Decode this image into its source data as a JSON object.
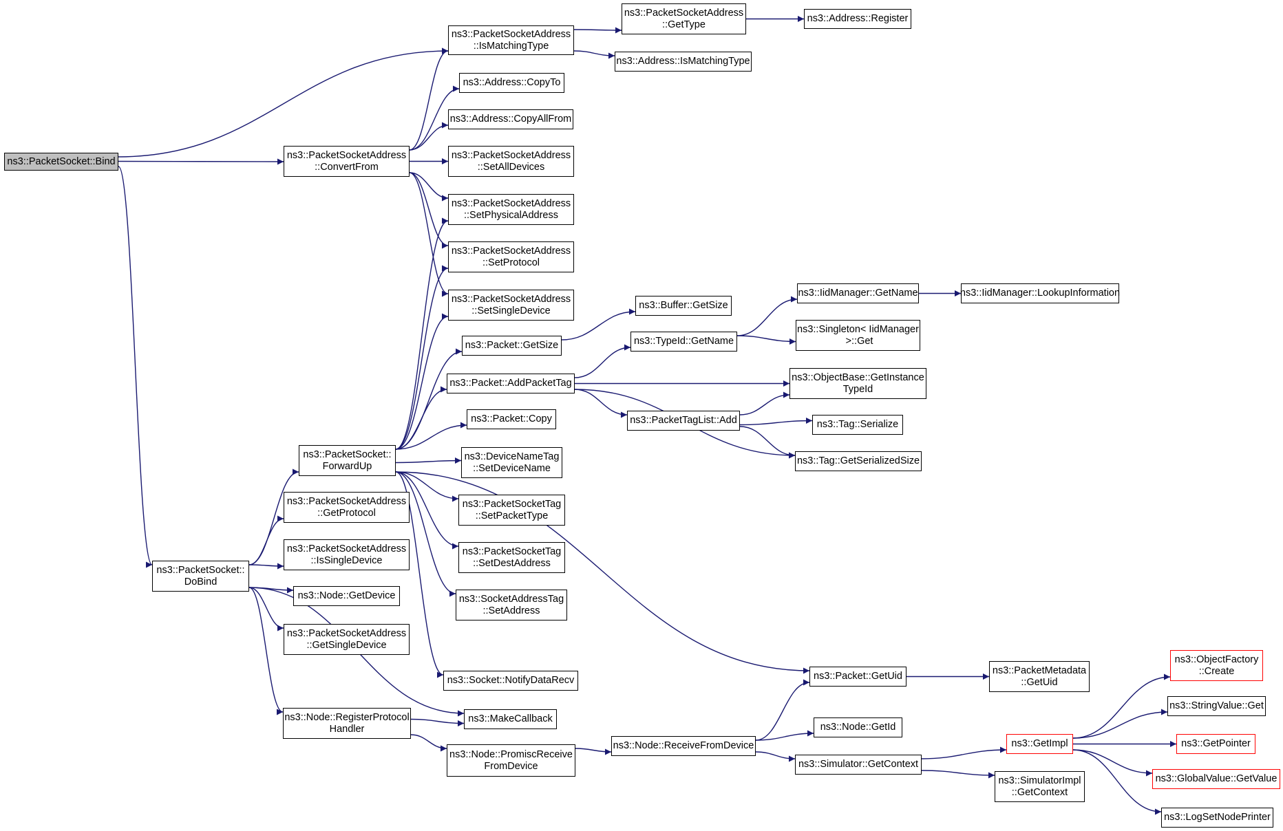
{
  "colors": {
    "edge": "#191970",
    "node_border": "#000000",
    "root_fill": "#bfbfbf",
    "truncated_border": "#ff0000",
    "background": "#ffffff"
  },
  "nodes": {
    "bind": {
      "label": "ns3::PacketSocket::Bind",
      "root": true
    },
    "psa_ismatchingtype": {
      "label": "ns3::PacketSocketAddress\n::IsMatchingType"
    },
    "psa_gettype": {
      "label": "ns3::PacketSocketAddress\n::GetType"
    },
    "addr_register": {
      "label": "ns3::Address::Register"
    },
    "addr_ismatchingtype": {
      "label": "ns3::Address::IsMatchingType"
    },
    "addr_copyto": {
      "label": "ns3::Address::CopyTo"
    },
    "addr_copyallfrom": {
      "label": "ns3::Address::CopyAllFrom"
    },
    "psa_convertfrom": {
      "label": "ns3::PacketSocketAddress\n::ConvertFrom"
    },
    "psa_setalldevices": {
      "label": "ns3::PacketSocketAddress\n::SetAllDevices"
    },
    "psa_setphysicaladdress": {
      "label": "ns3::PacketSocketAddress\n::SetPhysicalAddress"
    },
    "psa_setprotocol": {
      "label": "ns3::PacketSocketAddress\n::SetProtocol"
    },
    "psa_setsingledevice": {
      "label": "ns3::PacketSocketAddress\n::SetSingleDevice"
    },
    "buffer_getsize": {
      "label": "ns3::Buffer::GetSize"
    },
    "iid_getname": {
      "label": "ns3::IidManager::GetName"
    },
    "iid_lookup": {
      "label": "ns3::IidManager::LookupInformation"
    },
    "packet_getsize": {
      "label": "ns3::Packet::GetSize"
    },
    "typeid_getname": {
      "label": "ns3::TypeId::GetName"
    },
    "singleton_get": {
      "label": "ns3::Singleton< IidManager\n >::Get"
    },
    "packet_addpackettag": {
      "label": "ns3::Packet::AddPacketTag"
    },
    "objectbase_getinstancetypeid": {
      "label": "ns3::ObjectBase::GetInstance\nTypeId"
    },
    "packettaglist_add": {
      "label": "ns3::PacketTagList::Add"
    },
    "tag_serialize": {
      "label": "ns3::Tag::Serialize"
    },
    "packet_copy": {
      "label": "ns3::Packet::Copy"
    },
    "tag_getserializedsize": {
      "label": "ns3::Tag::GetSerializedSize"
    },
    "ps_forwardup": {
      "label": "ns3::PacketSocket::\nForwardUp"
    },
    "dnt_setdevicename": {
      "label": "ns3::DeviceNameTag\n::SetDeviceName"
    },
    "pst_setpackettype": {
      "label": "ns3::PacketSocketTag\n::SetPacketType"
    },
    "psa_getprotocol": {
      "label": "ns3::PacketSocketAddress\n::GetProtocol"
    },
    "pst_setdestaddress": {
      "label": "ns3::PacketSocketTag\n::SetDestAddress"
    },
    "psa_issingledevice": {
      "label": "ns3::PacketSocketAddress\n::IsSingleDevice"
    },
    "ps_dobind": {
      "label": "ns3::PacketSocket::\nDoBind"
    },
    "node_getdevice": {
      "label": "ns3::Node::GetDevice"
    },
    "sat_setaddress": {
      "label": "ns3::SocketAddressTag\n::SetAddress"
    },
    "psa_getsingledevice": {
      "label": "ns3::PacketSocketAddress\n::GetSingleDevice"
    },
    "objectfactory_create": {
      "label": "ns3::ObjectFactory\n::Create",
      "truncated": true
    },
    "packet_getuid": {
      "label": "ns3::Packet::GetUid"
    },
    "packetmetadata_getuid": {
      "label": "ns3::PacketMetadata\n::GetUid"
    },
    "socket_notifydatarecv": {
      "label": "ns3::Socket::NotifyDataRecv"
    },
    "stringvalue_get": {
      "label": "ns3::StringValue::Get"
    },
    "node_registerprotocolhandler": {
      "label": "ns3::Node::RegisterProtocol\nHandler"
    },
    "makecallback": {
      "label": "ns3::MakeCallback"
    },
    "node_getid": {
      "label": "ns3::Node::GetId"
    },
    "getimpl": {
      "label": "ns3::GetImpl",
      "truncated": true
    },
    "getpointer": {
      "label": "ns3::GetPointer",
      "truncated": true
    },
    "node_receivefromdevice": {
      "label": "ns3::Node::ReceiveFromDevice"
    },
    "node_promiscreceivefromdevice": {
      "label": "ns3::Node::PromiscReceive\nFromDevice"
    },
    "simulator_getcontext": {
      "label": "ns3::Simulator::GetContext"
    },
    "globalvalue_getvalue": {
      "label": "ns3::GlobalValue::GetValue",
      "truncated": true
    },
    "simulatorimpl_getcontext": {
      "label": "ns3::SimulatorImpl\n::GetContext"
    },
    "logsetnodeprinter": {
      "label": "ns3::LogSetNodePrinter"
    }
  },
  "edges": [
    [
      "bind",
      "psa_ismatchingtype"
    ],
    [
      "bind",
      "psa_convertfrom"
    ],
    [
      "bind",
      "ps_dobind"
    ],
    [
      "psa_ismatchingtype",
      "psa_gettype"
    ],
    [
      "psa_ismatchingtype",
      "addr_ismatchingtype"
    ],
    [
      "psa_gettype",
      "addr_register"
    ],
    [
      "psa_convertfrom",
      "psa_ismatchingtype"
    ],
    [
      "psa_convertfrom",
      "addr_copyto"
    ],
    [
      "psa_convertfrom",
      "addr_copyallfrom"
    ],
    [
      "psa_convertfrom",
      "psa_setalldevices"
    ],
    [
      "psa_convertfrom",
      "psa_setphysicaladdress"
    ],
    [
      "psa_convertfrom",
      "psa_setprotocol"
    ],
    [
      "psa_convertfrom",
      "psa_setsingledevice"
    ],
    [
      "ps_forwardup",
      "psa_setphysicaladdress"
    ],
    [
      "ps_forwardup",
      "psa_setprotocol"
    ],
    [
      "ps_forwardup",
      "psa_setsingledevice"
    ],
    [
      "ps_forwardup",
      "packet_getsize"
    ],
    [
      "ps_forwardup",
      "packet_addpackettag"
    ],
    [
      "ps_forwardup",
      "packet_copy"
    ],
    [
      "ps_forwardup",
      "dnt_setdevicename"
    ],
    [
      "ps_forwardup",
      "pst_setpackettype"
    ],
    [
      "ps_forwardup",
      "pst_setdestaddress"
    ],
    [
      "ps_forwardup",
      "sat_setaddress"
    ],
    [
      "ps_forwardup",
      "packet_getuid"
    ],
    [
      "ps_forwardup",
      "socket_notifydatarecv"
    ],
    [
      "packet_getsize",
      "buffer_getsize"
    ],
    [
      "packet_addpackettag",
      "typeid_getname"
    ],
    [
      "packet_addpackettag",
      "objectbase_getinstancetypeid"
    ],
    [
      "packet_addpackettag",
      "packettaglist_add"
    ],
    [
      "packet_addpackettag",
      "tag_getserializedsize"
    ],
    [
      "typeid_getname",
      "iid_getname"
    ],
    [
      "typeid_getname",
      "singleton_get"
    ],
    [
      "iid_getname",
      "iid_lookup"
    ],
    [
      "packettaglist_add",
      "objectbase_getinstancetypeid"
    ],
    [
      "packettaglist_add",
      "tag_serialize"
    ],
    [
      "packettaglist_add",
      "tag_getserializedsize"
    ],
    [
      "ps_dobind",
      "ps_forwardup"
    ],
    [
      "ps_dobind",
      "psa_getprotocol"
    ],
    [
      "ps_dobind",
      "psa_issingledevice"
    ],
    [
      "ps_dobind",
      "node_getdevice"
    ],
    [
      "ps_dobind",
      "psa_getsingledevice"
    ],
    [
      "ps_dobind",
      "makecallback"
    ],
    [
      "ps_dobind",
      "node_registerprotocolhandler"
    ],
    [
      "node_registerprotocolhandler",
      "makecallback"
    ],
    [
      "node_registerprotocolhandler",
      "node_promiscreceivefromdevice"
    ],
    [
      "node_promiscreceivefromdevice",
      "node_receivefromdevice"
    ],
    [
      "node_receivefromdevice",
      "packet_getuid"
    ],
    [
      "node_receivefromdevice",
      "node_getid"
    ],
    [
      "node_receivefromdevice",
      "simulator_getcontext"
    ],
    [
      "packet_getuid",
      "packetmetadata_getuid"
    ],
    [
      "simulator_getcontext",
      "getimpl"
    ],
    [
      "simulator_getcontext",
      "simulatorimpl_getcontext"
    ],
    [
      "getimpl",
      "objectfactory_create"
    ],
    [
      "getimpl",
      "stringvalue_get"
    ],
    [
      "getimpl",
      "getpointer"
    ],
    [
      "getimpl",
      "globalvalue_getvalue"
    ],
    [
      "getimpl",
      "logsetnodeprinter"
    ]
  ]
}
